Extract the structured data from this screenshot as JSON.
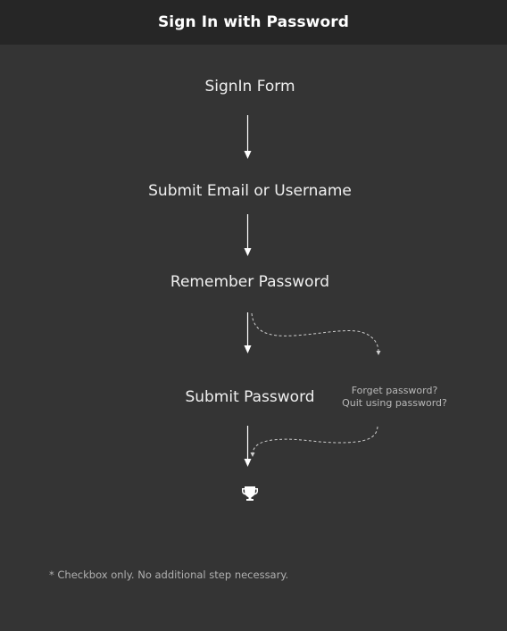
{
  "header": {
    "title": "Sign In with Password"
  },
  "flow": {
    "steps": [
      "SignIn Form",
      "Submit Email or Username",
      "Remember Password",
      "Submit Password"
    ],
    "side_note": [
      "Forget password?",
      "Quit using password?"
    ],
    "end_icon": "trophy-icon"
  },
  "footnote": "* Checkbox only. No additional step necessary.",
  "colors": {
    "background": "#343434",
    "header": "#262626",
    "text": "#f0f0f0",
    "muted_text": "#b8b8b8",
    "arrow": "#ffffff"
  }
}
